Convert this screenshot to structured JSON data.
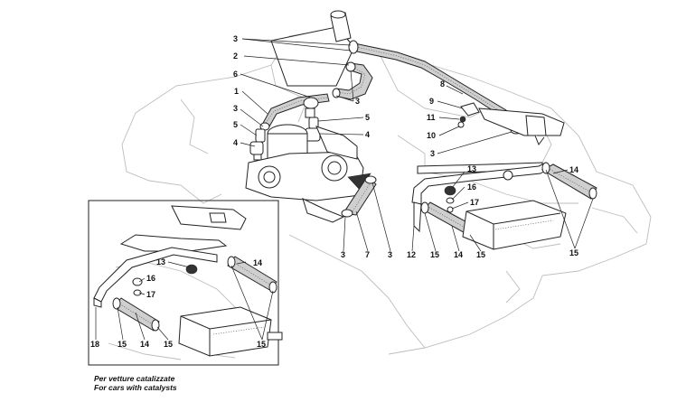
{
  "callouts": {
    "main": [
      {
        "id": "m3a",
        "text": "3"
      },
      {
        "id": "m2",
        "text": "2"
      },
      {
        "id": "m6",
        "text": "6"
      },
      {
        "id": "m1",
        "text": "1"
      },
      {
        "id": "m3b",
        "text": "3"
      },
      {
        "id": "m5a",
        "text": "5"
      },
      {
        "id": "m4a",
        "text": "4"
      },
      {
        "id": "m3c",
        "text": "3"
      },
      {
        "id": "m5b",
        "text": "5"
      },
      {
        "id": "m4b",
        "text": "4"
      },
      {
        "id": "m8",
        "text": "8"
      },
      {
        "id": "m9",
        "text": "9"
      },
      {
        "id": "m11",
        "text": "11"
      },
      {
        "id": "m10",
        "text": "10"
      },
      {
        "id": "m3d",
        "text": "3"
      },
      {
        "id": "m13",
        "text": "13"
      },
      {
        "id": "m16",
        "text": "16"
      },
      {
        "id": "m17",
        "text": "17"
      },
      {
        "id": "m14",
        "text": "14"
      },
      {
        "id": "m3e",
        "text": "3"
      },
      {
        "id": "m7",
        "text": "7"
      },
      {
        "id": "m3f",
        "text": "3"
      },
      {
        "id": "m12",
        "text": "12"
      },
      {
        "id": "m15a",
        "text": "15"
      },
      {
        "id": "m14b",
        "text": "14"
      },
      {
        "id": "m15b",
        "text": "15"
      },
      {
        "id": "m15c",
        "text": "15"
      }
    ],
    "inset": [
      {
        "id": "i13",
        "text": "13"
      },
      {
        "id": "i16",
        "text": "16"
      },
      {
        "id": "i17",
        "text": "17"
      },
      {
        "id": "i14a",
        "text": "14"
      },
      {
        "id": "i18",
        "text": "18"
      },
      {
        "id": "i15a",
        "text": "15"
      },
      {
        "id": "i14b",
        "text": "14"
      },
      {
        "id": "i15b",
        "text": "15"
      },
      {
        "id": "i15c",
        "text": "15"
      }
    ]
  },
  "caption": {
    "line1": "Per vetture catalizzate",
    "line2": "For cars with catalysts"
  }
}
